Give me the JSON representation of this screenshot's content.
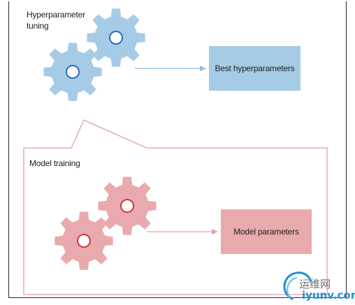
{
  "stages": {
    "tuning": {
      "title": "Hyperparameter\ntuning",
      "title_line1": "Hyperparameter",
      "title_line2": "tuning",
      "output_label": "Best hyperparameters",
      "color": "#a6cbe6",
      "arrow_color": "#8fbde0"
    },
    "training": {
      "title": "Model training",
      "output_label": "Model parameters",
      "color": "#e9aaad",
      "outline_color": "#e39fa3",
      "arrow_color": "#e6a2a6"
    }
  },
  "icons": {
    "gear": "gear-icon",
    "arrow": "arrow-icon"
  },
  "watermark": {
    "cn_text": "运维网",
    "en_text": "iyunv.com",
    "accent": "#1f8fd6"
  }
}
